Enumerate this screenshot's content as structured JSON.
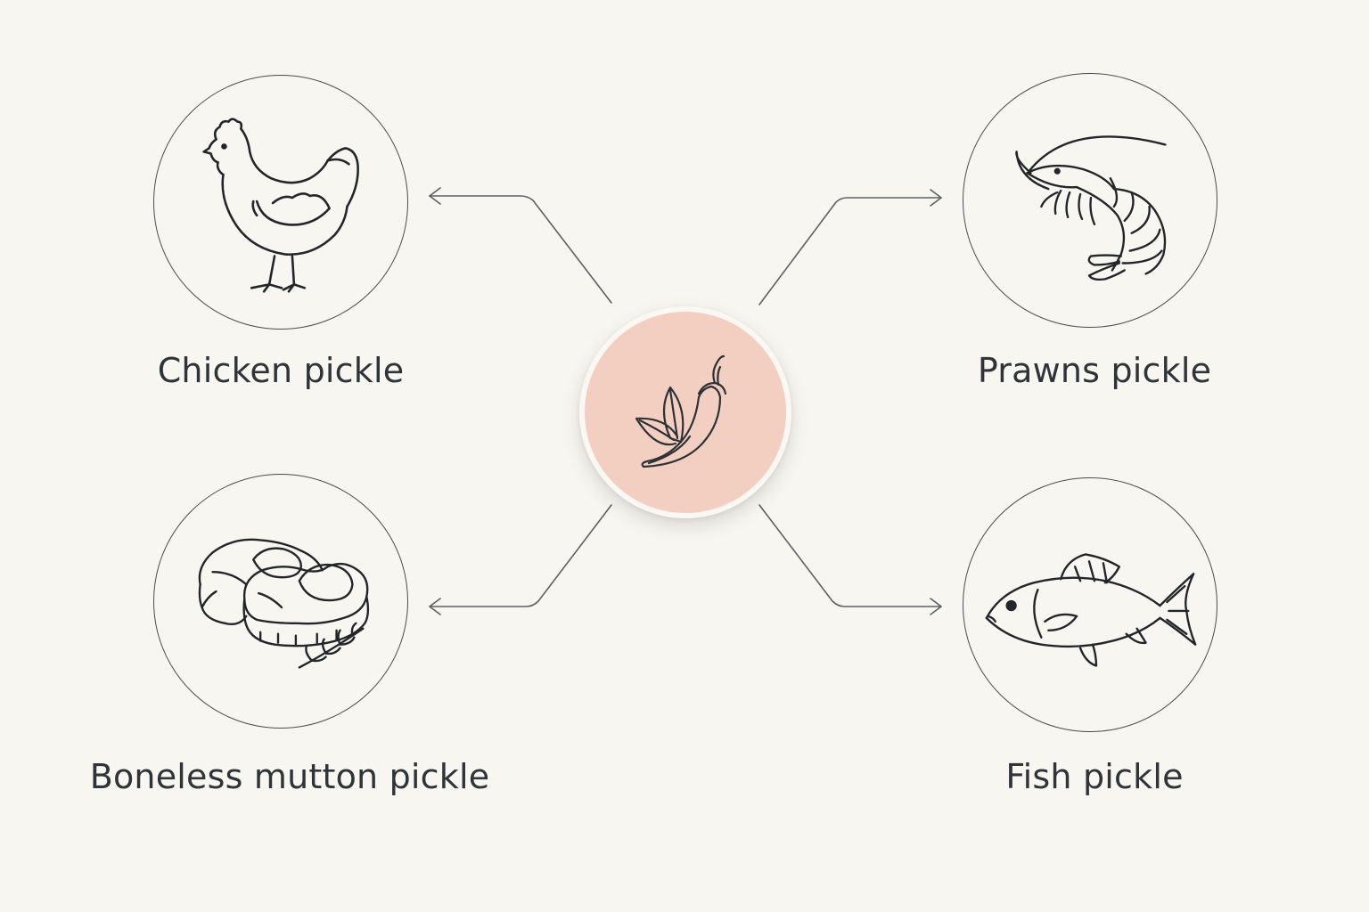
{
  "diagram": {
    "center": {
      "icon": "chili-pepper-icon"
    },
    "nodes": [
      {
        "id": "chicken",
        "label": "Chicken pickle",
        "icon": "chicken-icon"
      },
      {
        "id": "prawns",
        "label": "Prawns pickle",
        "icon": "prawn-icon"
      },
      {
        "id": "mutton",
        "label": "Boneless mutton pickle",
        "icon": "mutton-icon"
      },
      {
        "id": "fish",
        "label": "Fish pickle",
        "icon": "fish-icon"
      }
    ],
    "colors": {
      "background": "#f8f6f1",
      "center_fill": "#f3cfc2",
      "line": "#4a4d50",
      "text": "#2f3438"
    }
  }
}
